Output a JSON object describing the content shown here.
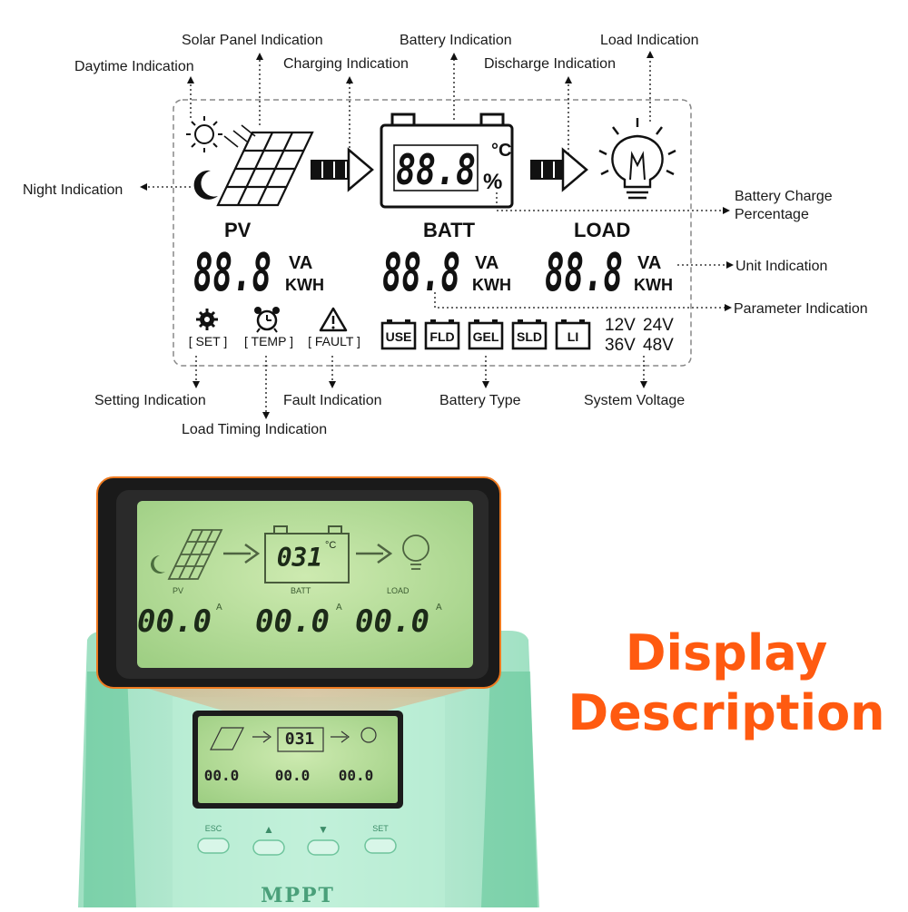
{
  "callouts": {
    "solar_panel": "Solar Panel Indication",
    "battery": "Battery Indication",
    "load": "Load Indication",
    "daytime": "Daytime Indication",
    "charging": "Charging Indication",
    "discharge": "Discharge Indication",
    "night": "Night Indication",
    "battery_charge_pct_1": "Battery Charge",
    "battery_charge_pct_2": "Percentage",
    "unit": "Unit Indication",
    "parameter": "Parameter Indication",
    "setting": "Setting Indication",
    "load_timing": "Load Timing Indication",
    "fault": "Fault Indication",
    "battery_type": "Battery Type",
    "system_voltage": "System Voltage"
  },
  "lcd": {
    "battery_readout": "88.8",
    "celsius": "°C",
    "percent": "%",
    "pv_label": "PV",
    "batt_label": "BATT",
    "load_label": "LOAD",
    "pv_value": "88.8",
    "batt_value": "88.8",
    "load_value": "88.8",
    "unit_va": "VA",
    "unit_kwh": "KWH",
    "set_label": "[ SET ]",
    "temp_label": "[ TEMP ]",
    "fault_label": "[ FAULT ]",
    "battery_types": [
      "USE",
      "FLD",
      "GEL",
      "SLD",
      "LI"
    ],
    "voltages": [
      "12V",
      "24V",
      "36V",
      "48V"
    ]
  },
  "photo": {
    "zoom_battery": "031",
    "zoom_celsius": "°C",
    "zoom_pv": "PV",
    "zoom_batt": "BATT",
    "zoom_load": "LOAD",
    "zoom_pv_value": "00.0",
    "zoom_batt_value": "00.0",
    "zoom_load_value": "00.0",
    "zoom_unit": "A",
    "small_battery": "031",
    "small_pv_value": "00.0",
    "small_batt_value": "00.0",
    "small_load_value": "00.0",
    "buttons": [
      "ESC",
      "▲",
      "▼",
      "SET"
    ],
    "brand": "MPPT"
  },
  "title": {
    "line1": "Display",
    "line2": "Description"
  },
  "colors": {
    "title": "#ff5a10",
    "lcd_green": "#b4dc98",
    "device_body": "#9ee2c2",
    "zoom_frame": "#1a1a1a",
    "zoom_border": "#ee7a20"
  }
}
